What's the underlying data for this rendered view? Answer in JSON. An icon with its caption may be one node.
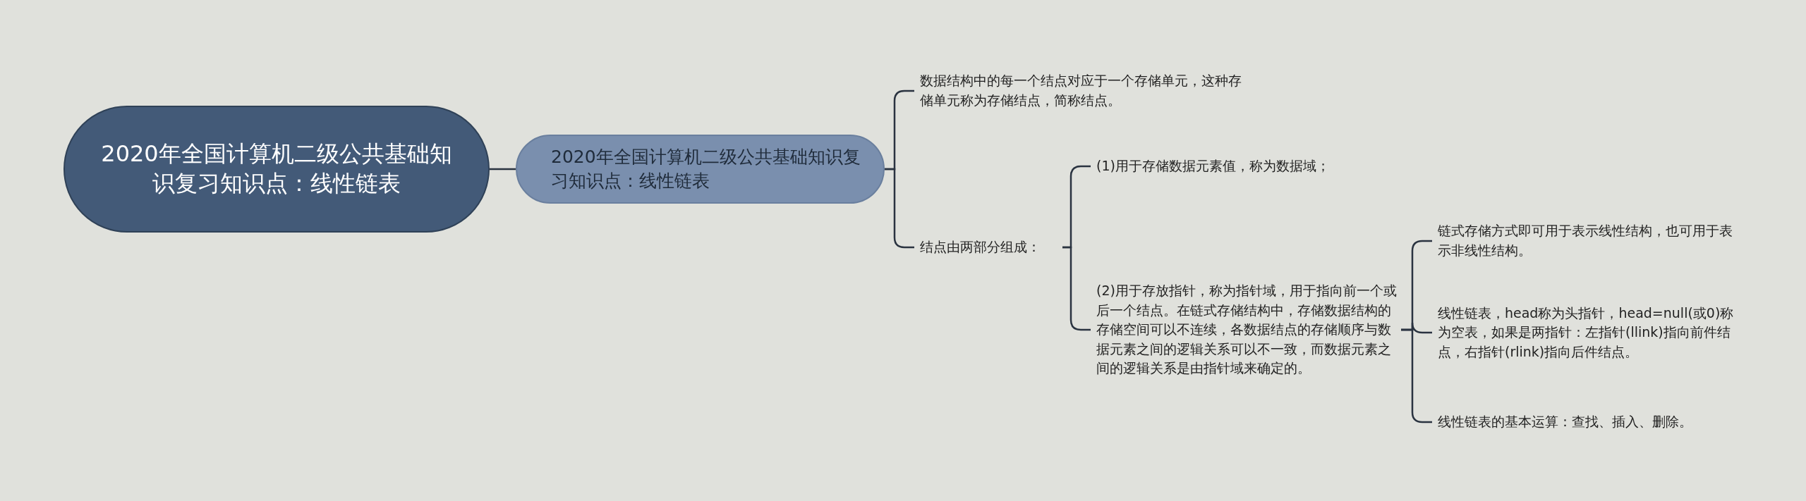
{
  "diagram": {
    "nodes": [
      {
        "text": [
          "2020年全国计算机二级公共基础知识复习知识点：线性链表"
        ]
      },
      {
        "text": [
          "2020年全国计算机二级公共基础知识复习知识点：线性链表"
        ]
      },
      {
        "text": [
          "数据结构中的每一个结点对应于一个存储单元，这种存储单元称为存储结点，简称结点。"
        ]
      },
      {
        "text": [
          "结点由两部分组成："
        ]
      },
      {
        "text": [
          "(1)用于存储数据元素值，称为数据域；"
        ]
      },
      {
        "text": [
          "(2)用于存放指针，称为指针域，用于指向前一个或后一个结点。在链式存储结构中，存储数据结构的存储空间可以不连续，各数据结点的存储顺序与数据元素之间的逻辑关系可以不一致，而数据元素之间的逻辑关系是由指针域来确定的。"
        ]
      },
      {
        "text": [
          "链式存储方式即可用于表示线性结构，也可用于表示非线性结构。"
        ]
      },
      {
        "text": [
          "线性链表，head称为头指针，head=null(或0)称为空表，如果是两指针：左指针(llink)指向前件结点，右指针(rlink)指向后件结点。"
        ]
      },
      {
        "text": [
          "线性链表的基本运算：查找、插入、删除。"
        ]
      }
    ],
    "edges": [
      {
        "from": 0,
        "to": 1,
        "arrow": "none"
      },
      {
        "from": 1,
        "to": 2,
        "arrow": "none"
      },
      {
        "from": 1,
        "to": 3,
        "arrow": "none"
      },
      {
        "from": 3,
        "to": 4,
        "arrow": "none"
      },
      {
        "from": 3,
        "to": 5,
        "arrow": "none"
      },
      {
        "from": 5,
        "to": 6,
        "arrow": "none"
      },
      {
        "from": 5,
        "to": 7,
        "arrow": "none"
      },
      {
        "from": 5,
        "to": 8,
        "arrow": "none"
      }
    ]
  }
}
